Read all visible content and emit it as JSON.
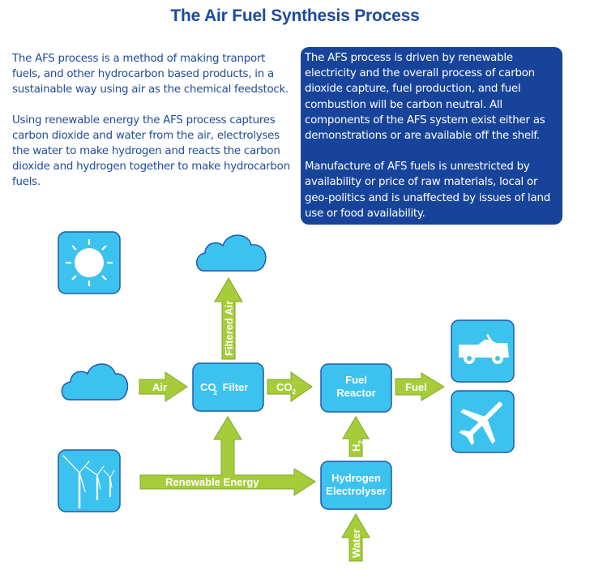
{
  "title": "The Air Fuel Synthesis Process",
  "intro": {
    "paragraphs": [
      "The AFS process is a method of making tranport fuels, and other hydrocarbon based products, in a sustainable way using air as the chemical feedstock.",
      "Using renewable energy the AFS process captures carbon dioxide and water from the air, electrolyses the water to make hydrogen and reacts the carbon dioxide and hydrogen together to make hydrocarbon fuels."
    ]
  },
  "callout": {
    "paragraphs": [
      "The AFS process is driven by renewable electricity and the overall process of carbon dioxide capture, fuel production, and fuel combustion will be carbon neutral.  All components of the AFS system exist either as demonstrations or are available off the shelf.",
      "Manufacture of AFS fuels is unrestricted by availability or price of raw materials, local or geo-politics and is unaffected by issues of land use or food availability."
    ]
  },
  "diagram": {
    "icons": {
      "sun": "sun-icon",
      "cloud_output": "cloud-icon",
      "cloud_input": "cloud-icon",
      "wind": "wind-turbine-icon",
      "vehicle": "jeep-icon",
      "plane": "airplane-icon"
    },
    "boxes": {
      "co2_filter": {
        "main": "CO",
        "sub": "2",
        "rest": " Filter"
      },
      "fuel_reactor": {
        "line1": "Fuel",
        "line2": "Reactor"
      },
      "electrolyser": {
        "line1": "Hydrogen",
        "line2": "Electrolyser"
      }
    },
    "arrows": {
      "air": "Air",
      "co2": {
        "main": "CO",
        "sub": "2"
      },
      "fuel": "Fuel",
      "filtered_air": "Filtered Air",
      "h2": {
        "main": "H",
        "sub": "2"
      },
      "renewable_energy": "Renewable Energy",
      "water": "Water"
    },
    "colors": {
      "box_fill": "#3cc2ef",
      "box_stroke": "#1e5aa8",
      "arrow_fill": "#a6cd39",
      "title_blue": "#1f4a9c",
      "callout_bg": "#17449a"
    }
  }
}
